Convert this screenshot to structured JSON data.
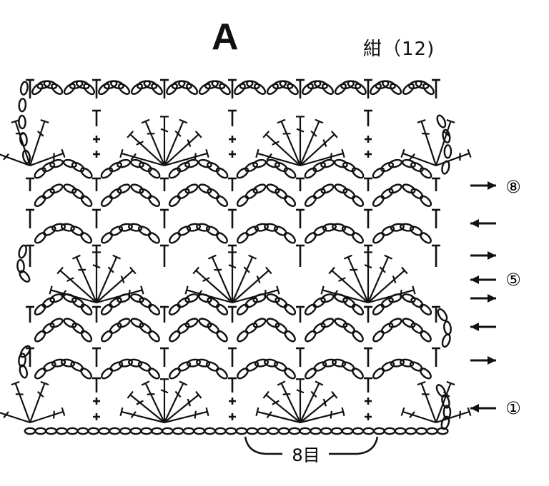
{
  "diagram": {
    "title": "A",
    "color_label": "紺（12)",
    "row_markers": [
      {
        "label": "⑧"
      },
      {
        "label": "⑤"
      },
      {
        "label": "①"
      }
    ],
    "repeat_label": "8目"
  }
}
